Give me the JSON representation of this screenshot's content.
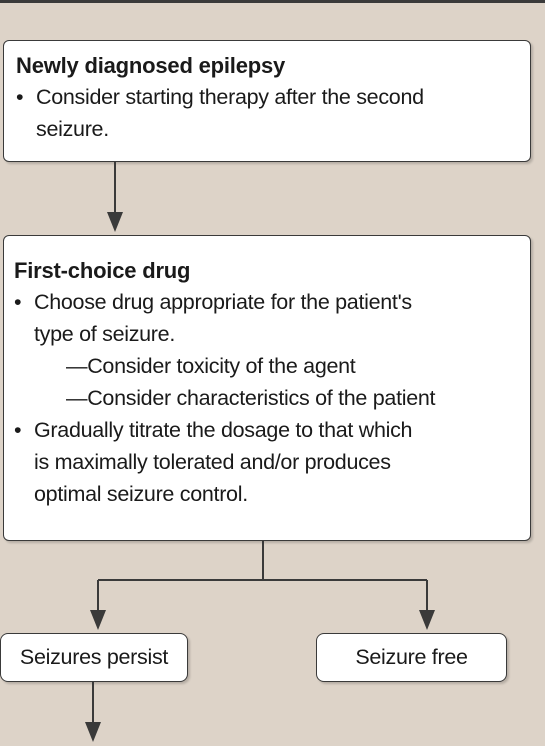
{
  "boxes": {
    "newly_diagnosed": {
      "title": "Newly diagnosed epilepsy",
      "bullet_1_line_1": "Consider starting therapy after the second",
      "bullet_1_line_2": "seizure."
    },
    "first_choice": {
      "title": "First-choice drug",
      "bullet_1_line_1": "Choose drug appropriate for the patient's",
      "bullet_1_line_2": "type of seizure.",
      "sub_1": "—Consider toxicity of the agent",
      "sub_2": "—Consider characteristics of the patient",
      "bullet_2_line_1": "Gradually titrate the dosage to that which",
      "bullet_2_line_2": "is maximally tolerated and/or produces",
      "bullet_2_line_3": "optimal seizure control."
    }
  },
  "outcomes": {
    "left": "Seizures persist",
    "right": "Seizure free"
  },
  "colors": {
    "background": "#ddd3c8",
    "box_fill": "#ffffff",
    "line": "#3a3a3a"
  }
}
